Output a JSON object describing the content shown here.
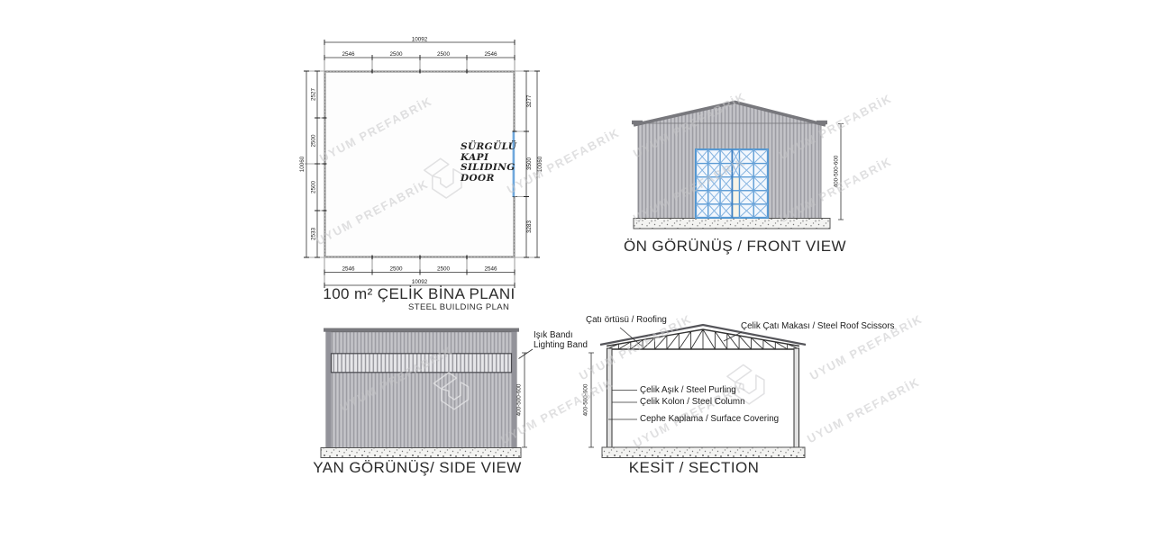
{
  "watermark": {
    "text": "UYUM PREFABRİK"
  },
  "colors": {
    "accent_blue": "#5b9bd5",
    "wall_gray": "#b7b7bc",
    "line_dark": "#333333",
    "watermark_gray": "#c7c7c9"
  },
  "plan": {
    "title": "100 m² ÇELİK BİNA PLANI",
    "subtitle": "STEEL BUILDING PLAN",
    "door_lines": [
      "SÜRGÜLÜ",
      "KAPI",
      "SILIDING",
      "DOOR"
    ],
    "dims": {
      "top_total": "10092",
      "top_segments": [
        "2546",
        "2500",
        "2500",
        "2546"
      ],
      "bottom_segments": [
        "2546",
        "2500",
        "2500",
        "2546"
      ],
      "bottom_total": "10092",
      "left_total": "10060",
      "left_segments": [
        "2527",
        "2500",
        "2500",
        "2533"
      ],
      "right_segments": [
        "3277",
        "3500",
        "3283"
      ],
      "right_total": "10060"
    }
  },
  "front_view": {
    "label": "ÖN GÖRÜNÜŞ / FRONT VIEW",
    "height_dim": "400-500-600"
  },
  "side_view": {
    "label": "YAN GÖRÜNÜŞ/ SIDE VIEW",
    "height_dim": "400-500-600",
    "annotation": {
      "tr": "Işık Bandı",
      "en": "Lighting Band"
    }
  },
  "section": {
    "label": "KESİT / SECTION",
    "height_dim": "400-500-600",
    "annotations": {
      "roofing": "Çatı örtüsü / Roofing",
      "scissors": "Çelik Çatı Makası / Steel Roof Scissors",
      "purlin": "Çelik Aşık / Steel Purling",
      "column": "Çelik Kolon / Steel Column",
      "covering": "Cephe Kaplama / Surface Covering"
    }
  }
}
